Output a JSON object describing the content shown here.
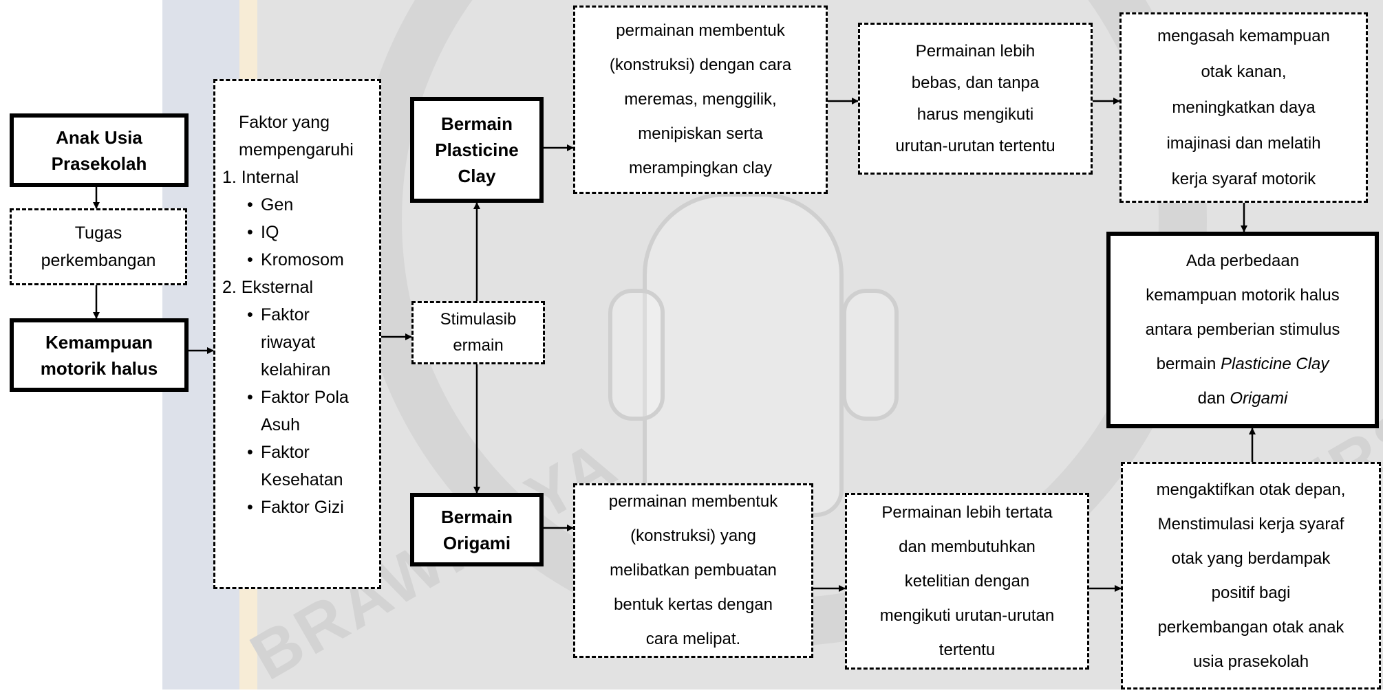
{
  "nodes": {
    "anak_usia": [
      "Anak Usia",
      "Prasekolah"
    ],
    "tugas": [
      "Tugas",
      "perkembangan"
    ],
    "kemampuan": [
      "Kemampuan",
      "motorik halus"
    ],
    "faktor": {
      "intro": [
        "Faktor yang",
        "mempengaruhi"
      ],
      "internal_label": "1.  Internal",
      "internal_items": [
        "Gen",
        "IQ",
        "Kromosom"
      ],
      "eksternal_label": "2.  Eksternal",
      "eksternal_items": [
        [
          "Faktor",
          "riwayat",
          "kelahiran"
        ],
        [
          "Faktor Pola",
          "Asuh"
        ],
        [
          "Faktor",
          "Kesehatan"
        ],
        [
          "Faktor Gizi"
        ]
      ],
      "bullet": "•"
    },
    "stimulasi": [
      "Stimulasib",
      "ermain"
    ],
    "bermain_clay": [
      "Bermain",
      "Plasticine",
      "Clay"
    ],
    "bermain_origami": [
      "Bermain",
      "Origami"
    ],
    "clay_desc": [
      "permainan membentuk",
      "(konstruksi) dengan cara",
      "meremas, menggilik,",
      "menipiskan serta",
      "merampingkan clay"
    ],
    "clay_free": [
      "Permainan lebih",
      "bebas, dan tanpa",
      "harus mengikuti",
      "urutan-urutan tertentu"
    ],
    "clay_effect": [
      "mengasah kemampuan",
      "otak kanan,",
      "meningkatkan daya",
      "imajinasi dan melatih",
      "kerja syaraf motorik"
    ],
    "result": {
      "l1": "Ada perbedaan",
      "l2": "kemampuan motorik halus",
      "l3": "antara pemberian stimulus",
      "l4a": "bermain ",
      "l4b": "Plasticine Clay",
      "l5a": "dan ",
      "l5b": "Origami"
    },
    "origami_desc": [
      "permainan membentuk",
      "(konstruksi) yang",
      "melibatkan pembuatan",
      "bentuk kertas dengan",
      "cara melipat."
    ],
    "origami_order": [
      "Permainan lebih tertata",
      "dan membutuhkan",
      "ketelitian dengan",
      "mengikuti urutan-urutan",
      "tertentu"
    ],
    "origami_effect": [
      "mengaktifkan otak depan,",
      "Menstimulasi kerja syaraf",
      "otak yang berdampak",
      "positif bagi",
      "perkembangan otak anak",
      "usia prasekolah"
    ]
  }
}
